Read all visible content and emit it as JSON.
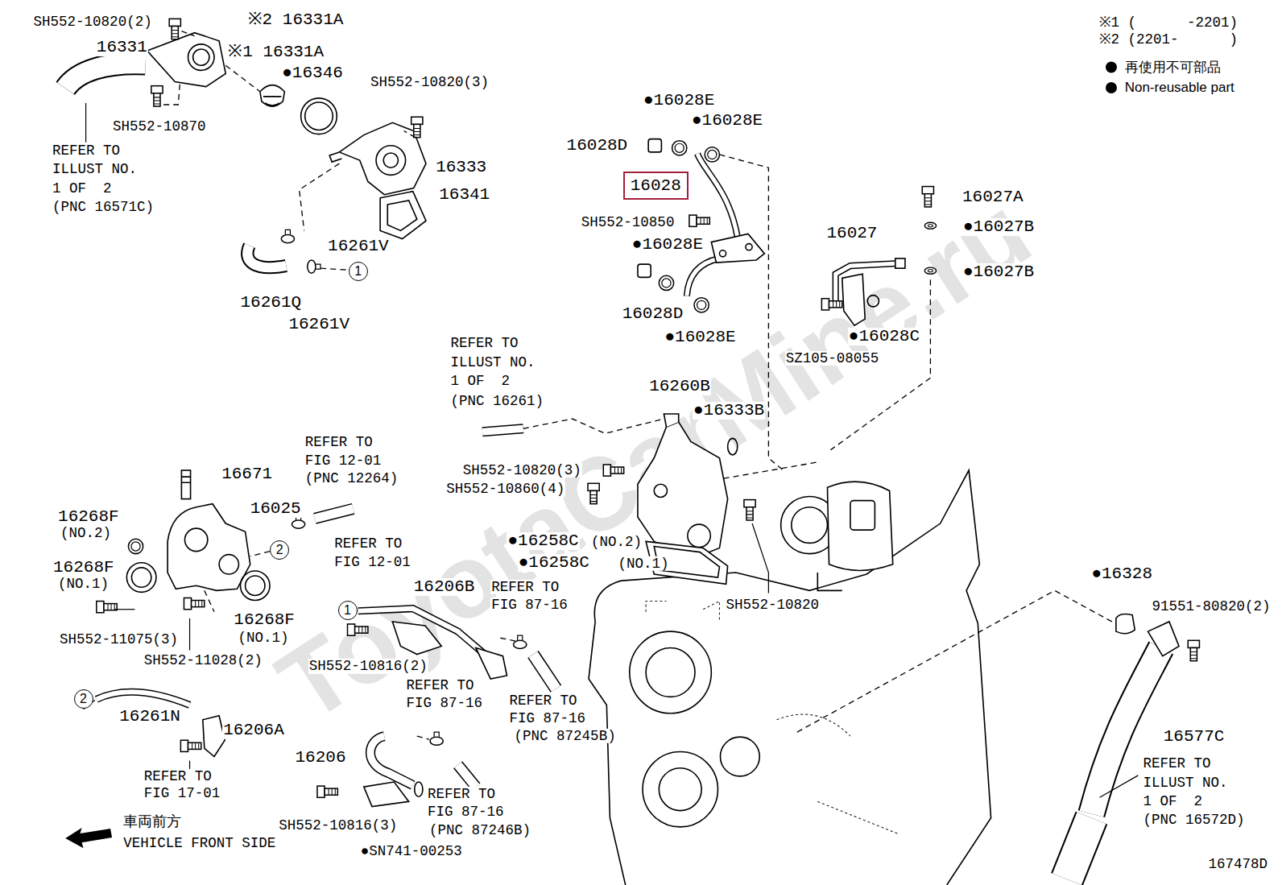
{
  "diagram": {
    "nodes": [
      {
        "text": [
          "16028"
        ]
      },
      {
        "text": [
          "1"
        ]
      },
      {
        "text": [
          "2"
        ]
      },
      {
        "text": [
          "1"
        ]
      },
      {
        "text": [
          "2"
        ]
      }
    ],
    "labels": [
      "SH552-10820(2)",
      "※2 16331A",
      "16331",
      "※1 16331A",
      "●16346",
      "SH552-10820(3)",
      "SH552-10870",
      "REFER TO",
      "ILLUST NO.",
      "1 OF  2",
      "(PNC 16571C)",
      "16333",
      "16341",
      "16261V",
      "16261Q",
      "16261V",
      "●16028E",
      "●16028E",
      "16028D",
      "SH552-10850",
      "●16028E",
      "16028D",
      "●16028E",
      "16027A",
      "●16027B",
      "16027",
      "●16027B",
      "●16028C",
      "SZ105-08055",
      "※1 (      -2201)",
      "※2 (2201-      )",
      "REFER TO",
      "ILLUST NO.",
      "1 OF  2",
      "(PNC 16261)",
      "16260B",
      "●16333B",
      "SH552-10820(3)",
      "SH552-10860(4)",
      "REFER TO",
      "FIG 12-01",
      "(PNC 12264)",
      "16671",
      "16025",
      "16268F",
      "(NO.2)",
      "REFER TO",
      "FIG 12-01",
      "16268F",
      "(NO.1)",
      "●16258C",
      "(NO.2)",
      "●16258C",
      "(NO.1)",
      "●16328",
      "91551-80820(2)",
      "SH552-10820",
      "16206B",
      "REFER TO",
      "FIG 87-16",
      "16268F",
      "(NO.1)",
      "SH552-11075(3)",
      "SH552-11028(2)",
      "SH552-10816(2)",
      "REFER TO",
      "FIG 87-16",
      "REFER TO",
      "FIG 87-16",
      "(PNC 87245B)",
      "16261N",
      "16206A",
      "16577C",
      "REFER TO",
      "ILLUST NO.",
      "1 OF  2",
      "(PNC 16572D)",
      "16206",
      "REFER TO",
      "FIG 17-01",
      "REFER TO",
      "FIG 87-16",
      "(PNC 87246B)",
      "SH552-10816(3)",
      "●SN741-00253",
      "車両前方",
      "VEHICLE FRONT SIDE",
      "167478D",
      "ToyotaCarMine.ru"
    ],
    "legend": [
      {
        "text": "再使用不可部品"
      },
      {
        "text": "Non-reusable part"
      }
    ]
  }
}
